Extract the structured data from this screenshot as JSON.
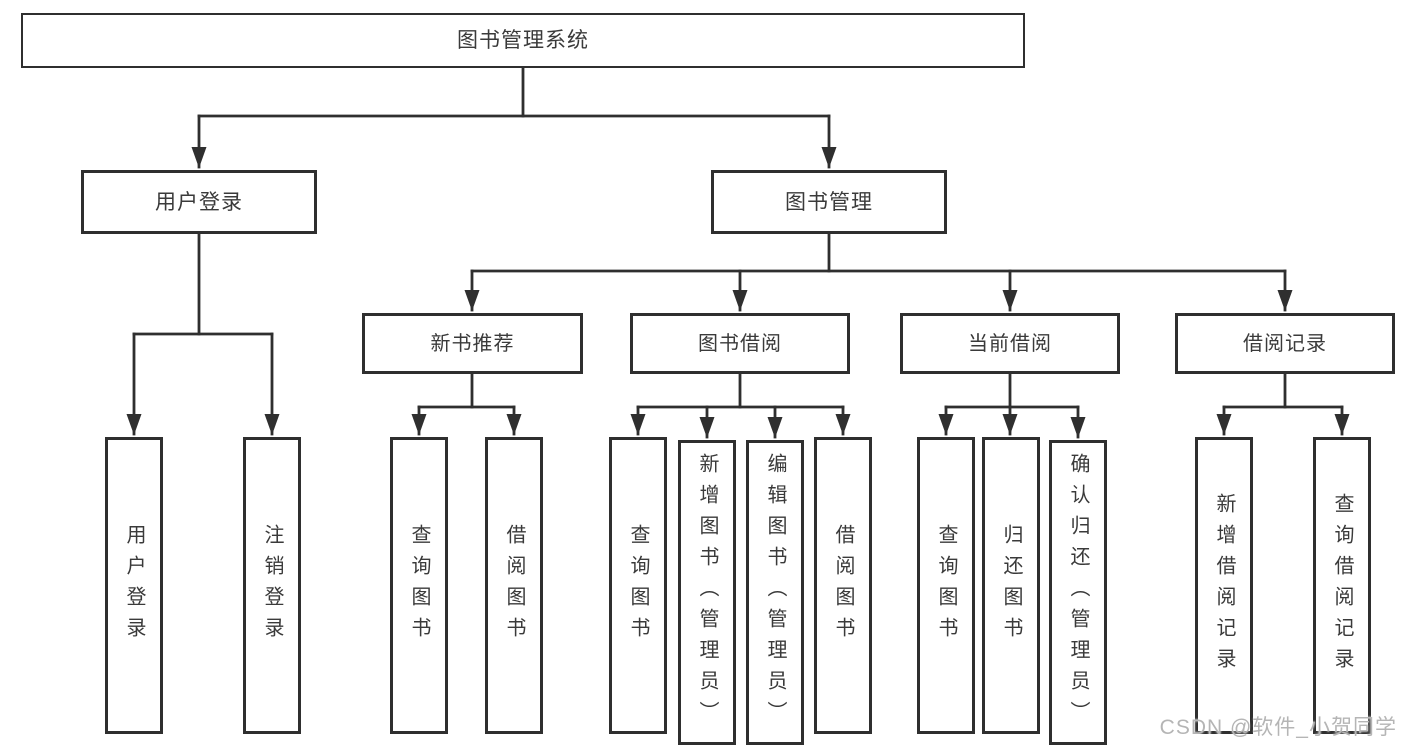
{
  "diagram_type": "hierarchy-tree",
  "tree": {
    "label": "图书管理系统",
    "children": [
      {
        "label": "用户登录",
        "children": [
          {
            "label": "用户登录"
          },
          {
            "label": "注销登录"
          }
        ]
      },
      {
        "label": "图书管理",
        "children": [
          {
            "label": "新书推荐",
            "children": [
              {
                "label": "查询图书"
              },
              {
                "label": "借阅图书"
              }
            ]
          },
          {
            "label": "图书借阅",
            "children": [
              {
                "label": "查询图书"
              },
              {
                "label": "新增图书（管理员）"
              },
              {
                "label": "编辑图书（管理员）"
              },
              {
                "label": "借阅图书"
              }
            ]
          },
          {
            "label": "当前借阅",
            "children": [
              {
                "label": "查询图书"
              },
              {
                "label": "归还图书"
              },
              {
                "label": "确认归还（管理员）"
              }
            ]
          },
          {
            "label": "借阅记录",
            "children": [
              {
                "label": "新增借阅记录"
              },
              {
                "label": "查询借阅记录"
              }
            ]
          }
        ]
      }
    ]
  },
  "watermark": "CSDN @软件_小贺同学",
  "colors": {
    "line": "#2f2f2f",
    "text": "#3a3a3a",
    "watermark": "#b5b5b5",
    "background": "#ffffff"
  }
}
